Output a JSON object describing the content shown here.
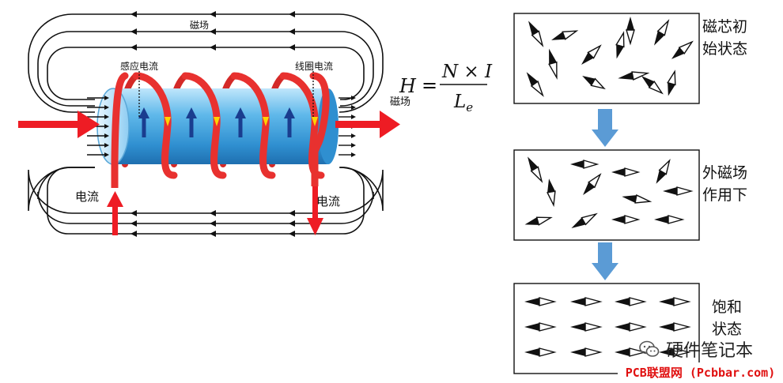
{
  "coil": {
    "field_label": "磁场",
    "induced_current_label": "感应电流",
    "coil_current_label": "线圈电流",
    "current_in_label": "电流",
    "current_out_label": "电流"
  },
  "formula": {
    "lhs": "H",
    "equals": "=",
    "numerator": "N × I",
    "denominator_main": "L",
    "denominator_sub": "e",
    "lhs_caption": "磁场"
  },
  "stages": [
    {
      "caption_line1": "磁芯初",
      "caption_line2": "始状态"
    },
    {
      "caption_line1": "外磁场",
      "caption_line2": "作用下"
    },
    {
      "caption_line1": "饱和",
      "caption_line2": "状态"
    }
  ],
  "branding": {
    "wechat_name": "硬件笔记本",
    "watermark": "PCB联盟网 (Pcbbar.com)"
  },
  "colors": {
    "arrow_red": "#ee1c24",
    "coil_red": "#e8312f",
    "core_blue": "#3fa3dc",
    "stage_arrow": "#5b9bd5",
    "needle_yellow": "#ffd400",
    "induced_arrow": "#1a3d8f"
  }
}
